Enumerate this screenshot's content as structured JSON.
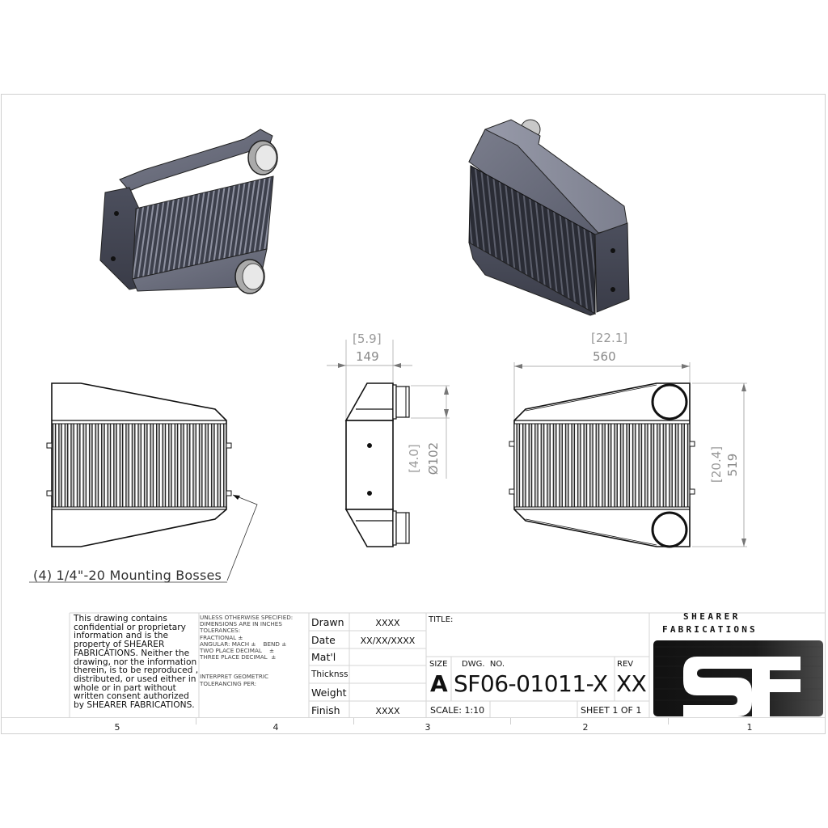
{
  "drawing": {
    "callout": "(4) 1/4\"-20 Mounting Bosses",
    "dimensions": {
      "side_width_in": "[5.9]",
      "side_width_mm": "149",
      "pipe_dia_in": "[4.0]",
      "pipe_dia_mm": "Ø102",
      "front_width_in": "[22.1]",
      "front_width_mm": "560",
      "front_height_in": "[20.4]",
      "front_height_mm": "519"
    },
    "views": [
      "isometric-left",
      "isometric-right",
      "rear-view",
      "side-view",
      "front-view"
    ]
  },
  "title_block": {
    "confidential": "This drawing contains confidential or proprietary information and is the property of SHEARER FABRICATIONS. Neither the drawing, nor the information therein, is to be reproduced , distributed, or used either in whole or in part without written consent authorized by SHEARER FABRICATIONS.",
    "tolerances": {
      "line1": "UNLESS OTHERWISE SPECIFIED:",
      "line2": "DIMENSIONS ARE IN INCHES",
      "line3": "TOLERANCES:",
      "line4": "FRACTIONAL ±",
      "line5": "ANGULAR: MACH ±    BEND ±",
      "line6": "TWO PLACE DECIMAL    ±",
      "line7": "THREE PLACE DECIMAL  ±",
      "line8": "INTERPRET GEOMETRIC",
      "line9": "TOLERANCING PER:"
    },
    "rows": [
      {
        "label": "Drawn",
        "value": "XXXX"
      },
      {
        "label": "Date",
        "value": "XX/XX/XXXX"
      },
      {
        "label": "Mat'l",
        "value": ""
      },
      {
        "label": "Thicknss",
        "value": ""
      },
      {
        "label": "Weight",
        "value": ""
      },
      {
        "label": "Finish",
        "value": "XXXX"
      }
    ],
    "title_label": "TITLE:",
    "size_label": "SIZE",
    "size_value": "A",
    "dwg_label": "DWG.  NO.",
    "dwg_value": "SF06-01011-X",
    "rev_label": "REV",
    "rev_value": "XX",
    "scale": "SCALE: 1:10",
    "sheet": "SHEET 1 OF 1",
    "company_line1": "SHEARER",
    "company_line2": "FABRICATIONS",
    "logo_text": "SF"
  },
  "zones": [
    "5",
    "4",
    "3",
    "2",
    "1"
  ]
}
